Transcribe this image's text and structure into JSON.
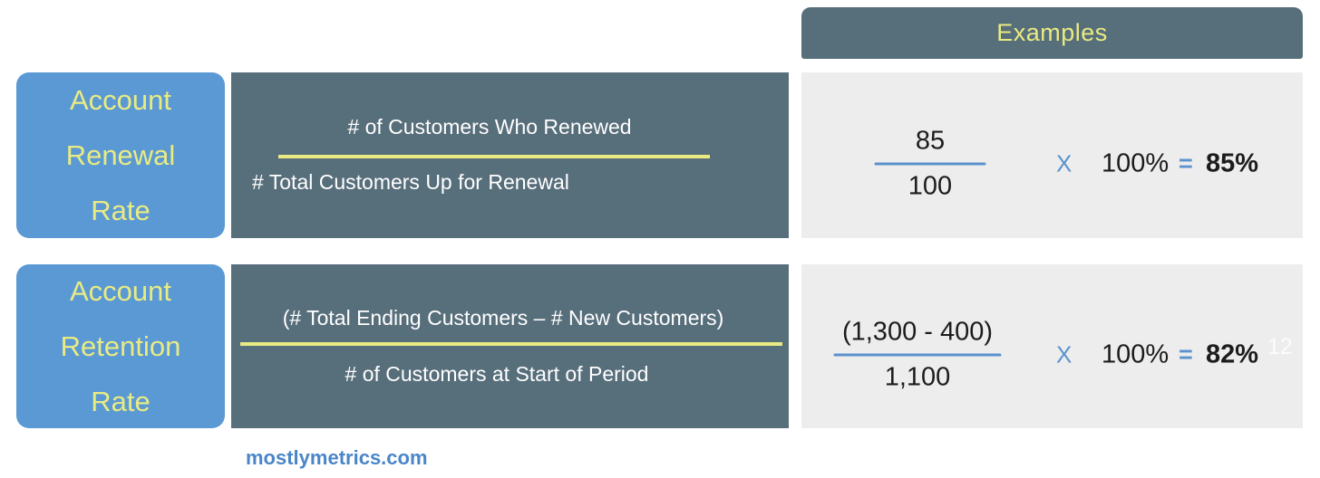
{
  "header": {
    "examples_label": "Examples"
  },
  "rows": [
    {
      "title_lines": [
        "Account",
        "Renewal",
        "Rate"
      ],
      "formula": {
        "numerator": "# of Customers Who Renewed",
        "denominator": "# Total Customers Up for Renewal"
      },
      "example": {
        "numerator": "85",
        "denominator": "100",
        "multiply_symbol": "X",
        "multiplier": "100%",
        "equals_symbol": "=",
        "result": "85%"
      }
    },
    {
      "title_lines": [
        "Account",
        "Retention",
        "Rate"
      ],
      "formula": {
        "numerator": "(# Total Ending Customers – # New Customers)",
        "denominator": "# of Customers at Start of Period"
      },
      "example": {
        "numerator": "(1,300 - 400)",
        "denominator": "1,100",
        "multiply_symbol": "X",
        "multiplier": "100%",
        "equals_symbol": "=",
        "result": "82%"
      }
    }
  ],
  "footer": {
    "site": "mostlymetrics.com"
  },
  "page_number": "12",
  "colors": {
    "label_bg": "#5B99D4",
    "label_text": "#E9EB82",
    "panel_bg": "#576E7B",
    "panel_text": "#FFFFFF",
    "example_bg": "#EDEDED",
    "divider_yellow": "#E9EB82",
    "fraction_blue": "#5B92CE",
    "operator_blue": "#5B92CE",
    "text_dark": "#1C1C1C",
    "footer_blue": "#4A86C8"
  }
}
